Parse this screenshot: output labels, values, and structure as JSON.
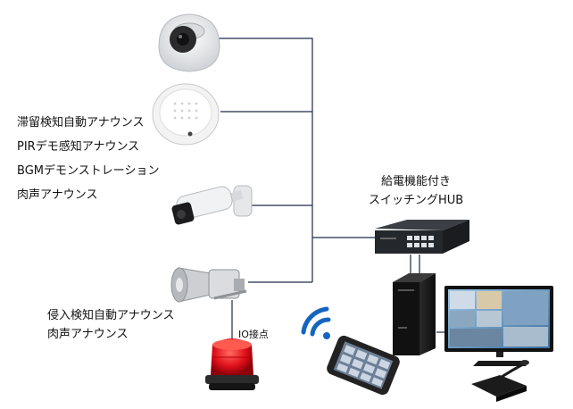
{
  "left_labels": {
    "group1": [
      "滞留検知自動アナウンス",
      "PIRデモ感知アナウンス",
      "BGMデモンストレーション",
      "肉声アナウンス"
    ],
    "group2": [
      "侵入検知自動アナウンス",
      "肉声アナウンス"
    ]
  },
  "hub_label": [
    "給電機能付き",
    "スイッチングHUB"
  ],
  "io_label": "IO接点",
  "colors": {
    "line": "#1f2a4a",
    "siren": "#e0101a",
    "wifi": "#1565c0"
  },
  "icons": [
    "dome-camera-icon",
    "ceiling-speaker-icon",
    "bullet-camera-icon",
    "horn-speaker-icon",
    "warning-light-icon",
    "wifi-icon",
    "smartphone-icon",
    "poe-switch-icon",
    "pc-tower-icon",
    "monitor-icon",
    "microphone-icon"
  ]
}
